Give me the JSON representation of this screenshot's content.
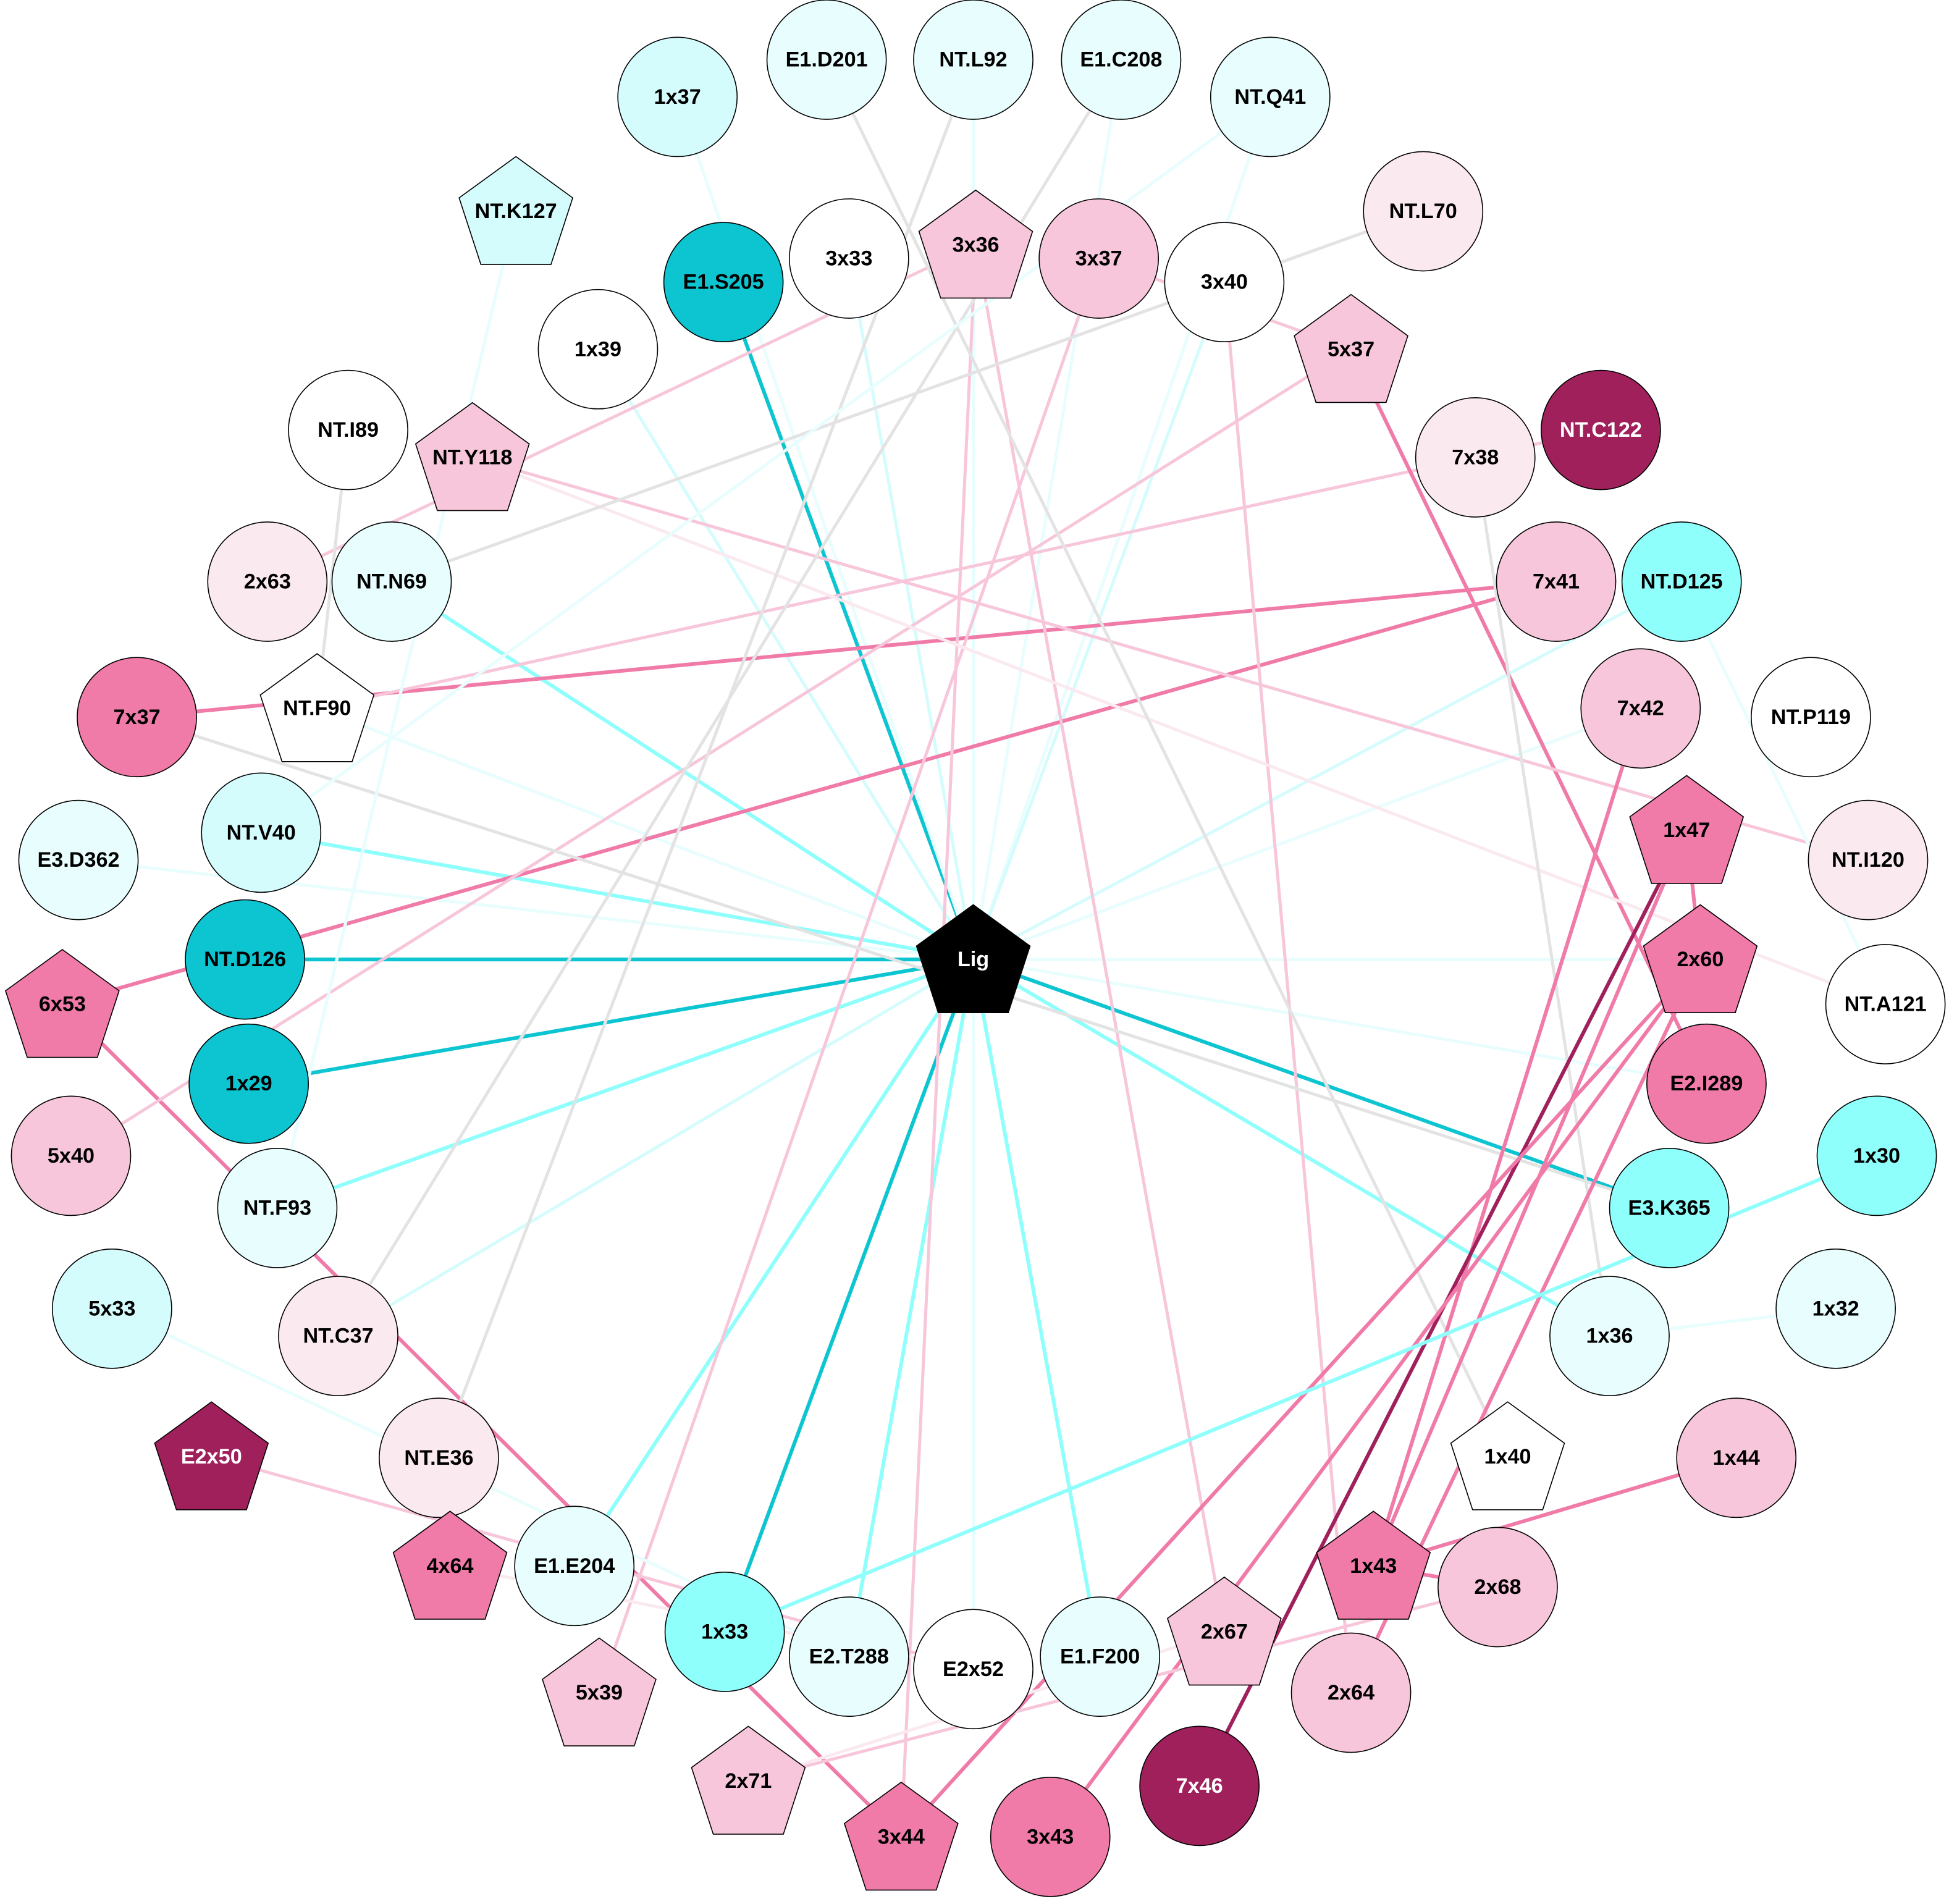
{
  "palette": {
    "white": "#ffffff",
    "cyan_faint": "#e8fdfd",
    "cyan_light": "#d5fcfd",
    "cyan": "#8ffffc",
    "teal": "#0dc5d1",
    "pink_faint": "#fbe9f0",
    "pink_light": "#f7c6da",
    "pink": "#f07aa8",
    "magenta_dark": "#a0205c",
    "black": "#000000",
    "gray": "#e3e3e3"
  },
  "nodes": [
    {
      "id": "Lig",
      "label": "Lig",
      "shape": "pentagon",
      "fill": "black",
      "text": "#ffffff"
    },
    {
      "id": "1x37",
      "label": "1x37",
      "shape": "circle",
      "fill": "cyan_light"
    },
    {
      "id": "E1.D201",
      "label": "E1.D201",
      "shape": "circle",
      "fill": "cyan_faint"
    },
    {
      "id": "NT.L92",
      "label": "NT.L92",
      "shape": "circle",
      "fill": "cyan_faint"
    },
    {
      "id": "E1.C208",
      "label": "E1.C208",
      "shape": "circle",
      "fill": "cyan_faint"
    },
    {
      "id": "NT.Q41",
      "label": "NT.Q41",
      "shape": "circle",
      "fill": "cyan_faint"
    },
    {
      "id": "NT.K127",
      "label": "NT.K127",
      "shape": "pentagon",
      "fill": "cyan_light"
    },
    {
      "id": "E1.S205",
      "label": "E1.S205",
      "shape": "circle",
      "fill": "teal"
    },
    {
      "id": "3x33",
      "label": "3x33",
      "shape": "circle",
      "fill": "white"
    },
    {
      "id": "3x36",
      "label": "3x36",
      "shape": "pentagon",
      "fill": "pink_light"
    },
    {
      "id": "3x37",
      "label": "3x37",
      "shape": "circle",
      "fill": "pink_light"
    },
    {
      "id": "3x40",
      "label": "3x40",
      "shape": "circle",
      "fill": "white"
    },
    {
      "id": "NT.L70",
      "label": "NT.L70",
      "shape": "circle",
      "fill": "pink_faint"
    },
    {
      "id": "1x39",
      "label": "1x39",
      "shape": "circle",
      "fill": "white"
    },
    {
      "id": "5x37",
      "label": "5x37",
      "shape": "pentagon",
      "fill": "pink_light"
    },
    {
      "id": "NT.I89",
      "label": "NT.I89",
      "shape": "circle",
      "fill": "white"
    },
    {
      "id": "NT.Y118",
      "label": "NT.Y118",
      "shape": "pentagon",
      "fill": "pink_light"
    },
    {
      "id": "NT.C122",
      "label": "NT.C122",
      "shape": "circle",
      "fill": "magenta_dark",
      "text": "#ffffff"
    },
    {
      "id": "7x38",
      "label": "7x38",
      "shape": "circle",
      "fill": "pink_faint"
    },
    {
      "id": "2x63",
      "label": "2x63",
      "shape": "circle",
      "fill": "pink_faint"
    },
    {
      "id": "NT.N69",
      "label": "NT.N69",
      "shape": "circle",
      "fill": "cyan_faint"
    },
    {
      "id": "7x41",
      "label": "7x41",
      "shape": "circle",
      "fill": "pink_light"
    },
    {
      "id": "NT.D125",
      "label": "NT.D125",
      "shape": "circle",
      "fill": "cyan"
    },
    {
      "id": "7x37",
      "label": "7x37",
      "shape": "circle",
      "fill": "pink"
    },
    {
      "id": "NT.F90",
      "label": "NT.F90",
      "shape": "pentagon",
      "fill": "white"
    },
    {
      "id": "7x42",
      "label": "7x42",
      "shape": "circle",
      "fill": "pink_light"
    },
    {
      "id": "NT.P119",
      "label": "NT.P119",
      "shape": "circle",
      "fill": "white"
    },
    {
      "id": "NT.V40",
      "label": "NT.V40",
      "shape": "circle",
      "fill": "cyan_light"
    },
    {
      "id": "E3.D362",
      "label": "E3.D362",
      "shape": "circle",
      "fill": "cyan_faint"
    },
    {
      "id": "1x47",
      "label": "1x47",
      "shape": "pentagon",
      "fill": "pink"
    },
    {
      "id": "NT.I120",
      "label": "NT.I120",
      "shape": "circle",
      "fill": "pink_faint"
    },
    {
      "id": "NT.D126",
      "label": "NT.D126",
      "shape": "circle",
      "fill": "teal"
    },
    {
      "id": "2x60",
      "label": "2x60",
      "shape": "pentagon",
      "fill": "pink"
    },
    {
      "id": "6x53",
      "label": "6x53",
      "shape": "pentagon",
      "fill": "pink"
    },
    {
      "id": "NT.A121",
      "label": "NT.A121",
      "shape": "circle",
      "fill": "white"
    },
    {
      "id": "1x29",
      "label": "1x29",
      "shape": "circle",
      "fill": "teal"
    },
    {
      "id": "E2.I289",
      "label": "E2.I289",
      "shape": "circle",
      "fill": "pink"
    },
    {
      "id": "5x40",
      "label": "5x40",
      "shape": "circle",
      "fill": "pink_light"
    },
    {
      "id": "NT.F93",
      "label": "NT.F93",
      "shape": "circle",
      "fill": "cyan_faint"
    },
    {
      "id": "E3.K365",
      "label": "E3.K365",
      "shape": "circle",
      "fill": "cyan"
    },
    {
      "id": "1x30",
      "label": "1x30",
      "shape": "circle",
      "fill": "cyan"
    },
    {
      "id": "5x33",
      "label": "5x33",
      "shape": "circle",
      "fill": "cyan_light"
    },
    {
      "id": "NT.C37",
      "label": "NT.C37",
      "shape": "circle",
      "fill": "pink_faint"
    },
    {
      "id": "1x36",
      "label": "1x36",
      "shape": "circle",
      "fill": "cyan_faint"
    },
    {
      "id": "1x32",
      "label": "1x32",
      "shape": "circle",
      "fill": "cyan_faint"
    },
    {
      "id": "E2x50",
      "label": "E2x50",
      "shape": "pentagon",
      "fill": "magenta_dark",
      "text": "#ffffff"
    },
    {
      "id": "NT.E36",
      "label": "NT.E36",
      "shape": "circle",
      "fill": "pink_faint"
    },
    {
      "id": "1x40",
      "label": "1x40",
      "shape": "pentagon",
      "fill": "white"
    },
    {
      "id": "1x44",
      "label": "1x44",
      "shape": "circle",
      "fill": "pink_light"
    },
    {
      "id": "4x64",
      "label": "4x64",
      "shape": "pentagon",
      "fill": "pink"
    },
    {
      "id": "E1.E204",
      "label": "E1.E204",
      "shape": "circle",
      "fill": "cyan_faint"
    },
    {
      "id": "1x43",
      "label": "1x43",
      "shape": "pentagon",
      "fill": "pink"
    },
    {
      "id": "2x68",
      "label": "2x68",
      "shape": "circle",
      "fill": "pink_light"
    },
    {
      "id": "1x33",
      "label": "1x33",
      "shape": "circle",
      "fill": "cyan"
    },
    {
      "id": "E2.T288",
      "label": "E2.T288",
      "shape": "circle",
      "fill": "cyan_faint"
    },
    {
      "id": "E2x52",
      "label": "E2x52",
      "shape": "circle",
      "fill": "white"
    },
    {
      "id": "E1.F200",
      "label": "E1.F200",
      "shape": "circle",
      "fill": "cyan_faint"
    },
    {
      "id": "2x67",
      "label": "2x67",
      "shape": "pentagon",
      "fill": "pink_light"
    },
    {
      "id": "5x39",
      "label": "5x39",
      "shape": "pentagon",
      "fill": "pink_light"
    },
    {
      "id": "2x64",
      "label": "2x64",
      "shape": "circle",
      "fill": "pink_light"
    },
    {
      "id": "2x71",
      "label": "2x71",
      "shape": "pentagon",
      "fill": "pink_light"
    },
    {
      "id": "7x46",
      "label": "7x46",
      "shape": "circle",
      "fill": "magenta_dark",
      "text": "#ffffff"
    },
    {
      "id": "3x44",
      "label": "3x44",
      "shape": "pentagon",
      "fill": "pink"
    },
    {
      "id": "3x43",
      "label": "3x43",
      "shape": "circle",
      "fill": "pink"
    }
  ],
  "edges": [
    [
      "Lig",
      "E1.S205",
      "teal"
    ],
    [
      "Lig",
      "NT.D126",
      "teal"
    ],
    [
      "Lig",
      "1x29",
      "teal"
    ],
    [
      "Lig",
      "E3.K365",
      "teal"
    ],
    [
      "Lig",
      "1x33",
      "teal"
    ],
    [
      "Lig",
      "NT.V40",
      "cyan"
    ],
    [
      "Lig",
      "NT.N69",
      "cyan"
    ],
    [
      "Lig",
      "NT.F93",
      "cyan"
    ],
    [
      "Lig",
      "E2.T288",
      "cyan"
    ],
    [
      "Lig",
      "E1.F200",
      "cyan"
    ],
    [
      "Lig",
      "1x36",
      "cyan"
    ],
    [
      "Lig",
      "E1.E204",
      "cyan"
    ],
    [
      "Lig",
      "1x39",
      "cyan_light"
    ],
    [
      "Lig",
      "1x37",
      "cyan_faint"
    ],
    [
      "Lig",
      "NT.L92",
      "cyan_faint"
    ],
    [
      "Lig",
      "E2x52",
      "cyan_faint"
    ],
    [
      "Lig",
      "NT.C37",
      "cyan_light"
    ],
    [
      "Lig",
      "NT.Q41",
      "cyan_faint"
    ],
    [
      "Lig",
      "NT.D125",
      "cyan_light"
    ],
    [
      "Lig",
      "E3.D362",
      "cyan_faint"
    ],
    [
      "Lig",
      "3x33",
      "cyan_light"
    ],
    [
      "Lig",
      "3x40",
      "cyan_light"
    ],
    [
      "Lig",
      "E2.I289",
      "cyan_faint"
    ],
    [
      "Lig",
      "NT.F90",
      "cyan_faint"
    ],
    [
      "Lig",
      "7x42",
      "cyan_faint"
    ],
    [
      "Lig",
      "2x60",
      "cyan_faint"
    ],
    [
      "Lig",
      "E1.C208",
      "cyan_faint"
    ],
    [
      "7x37",
      "7x41",
      "pink"
    ],
    [
      "6x53",
      "7x41",
      "pink"
    ],
    [
      "6x53",
      "3x44",
      "pink"
    ],
    [
      "NT.C122",
      "NT.F90",
      "pink_light"
    ],
    [
      "3x36",
      "2x63",
      "pink_light"
    ],
    [
      "5x37",
      "5x40",
      "pink_light"
    ],
    [
      "5x37",
      "E2.I289",
      "pink"
    ],
    [
      "3x37",
      "5x37",
      "pink_light"
    ],
    [
      "3x37",
      "5x39",
      "pink_light"
    ],
    [
      "3x36",
      "2x67",
      "pink_light"
    ],
    [
      "3x36",
      "3x44",
      "pink_light"
    ],
    [
      "3x40",
      "2x64",
      "pink_light"
    ],
    [
      "NT.Y118",
      "NT.I120",
      "pink_light"
    ],
    [
      "NT.Y118",
      "NT.A121",
      "pink_faint"
    ],
    [
      "NT.I89",
      "NT.F90",
      "gray"
    ],
    [
      "NT.L70",
      "NT.N69",
      "gray"
    ],
    [
      "7x38",
      "1x36",
      "gray"
    ],
    [
      "7x37",
      "E3.K365",
      "gray"
    ],
    [
      "NT.L92",
      "NT.E36",
      "gray"
    ],
    [
      "E1.C208",
      "NT.C37",
      "gray"
    ],
    [
      "E1.D201",
      "1x40",
      "gray"
    ],
    [
      "7x42",
      "1x43",
      "pink"
    ],
    [
      "1x47",
      "1x43",
      "pink"
    ],
    [
      "1x47",
      "7x46",
      "magenta_dark"
    ],
    [
      "1x47",
      "2x60",
      "pink"
    ],
    [
      "2x60",
      "3x44",
      "pink"
    ],
    [
      "2x60",
      "3x43",
      "pink"
    ],
    [
      "2x60",
      "2x64",
      "pink"
    ],
    [
      "1x43",
      "1x44",
      "pink"
    ],
    [
      "1x43",
      "2x68",
      "pink"
    ],
    [
      "2x68",
      "2x71",
      "pink_light"
    ],
    [
      "E2x50",
      "E2x52",
      "pink_light"
    ],
    [
      "4x64",
      "E2x52",
      "pink_faint"
    ],
    [
      "2x67",
      "2x71",
      "pink_faint"
    ],
    [
      "1x30",
      "1x33",
      "cyan"
    ],
    [
      "1x32",
      "1x36",
      "cyan_faint"
    ],
    [
      "5x33",
      "E2.T288",
      "cyan_faint"
    ],
    [
      "NT.K127",
      "NT.F93",
      "cyan_faint"
    ],
    [
      "NT.Q41",
      "NT.V40",
      "cyan_faint"
    ],
    [
      "NT.D125",
      "NT.A121",
      "cyan_faint"
    ]
  ]
}
